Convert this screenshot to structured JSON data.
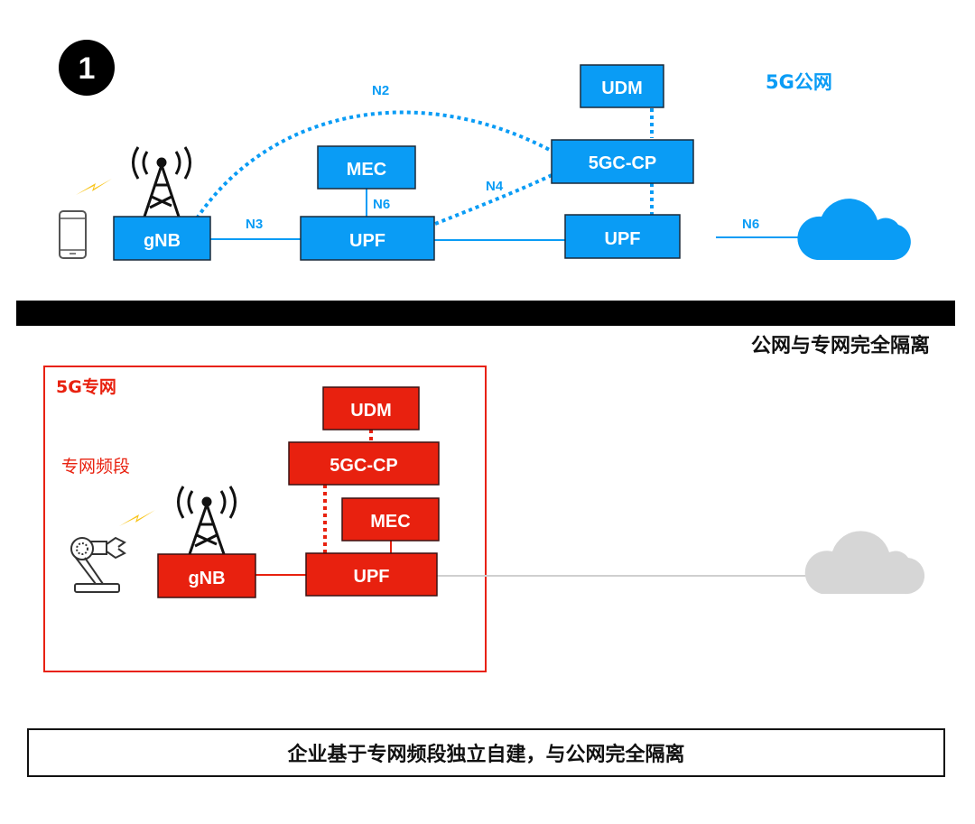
{
  "step_badge": "1",
  "colors": {
    "public_blue": "#0a9cf5",
    "private_red": "#e8210f",
    "divider_black": "#000000",
    "lightning_yellow": "#f8c51c",
    "isolated_cloud_gray": "#d6d6d6",
    "isolated_line_gray": "#cfcfcf"
  },
  "public_network": {
    "title": "5G公网",
    "nodes": {
      "gnb": "gNB",
      "upf_edge": "UPF",
      "mec": "MEC",
      "udm": "UDM",
      "core_cp": "5GC-CP",
      "upf_core": "UPF"
    },
    "interfaces": {
      "n2": "N2",
      "n3": "N3",
      "n4": "N4",
      "n6_mec": "N6",
      "n6_internet": "N6"
    },
    "terminal_icon": "smartphone-icon",
    "internet_icon": "cloud-icon"
  },
  "divider_label": "公网与专网完全隔离",
  "private_network": {
    "title": "5G专网",
    "spectrum_label": "专网频段",
    "nodes": {
      "gnb": "gNB",
      "upf": "UPF",
      "mec": "MEC",
      "udm": "UDM",
      "core_cp": "5GC-CP"
    },
    "terminal_icon": "robot-arm-icon",
    "internet_icon": "cloud-icon"
  },
  "caption": "企业基于专网频段独立自建，与公网完全隔离"
}
